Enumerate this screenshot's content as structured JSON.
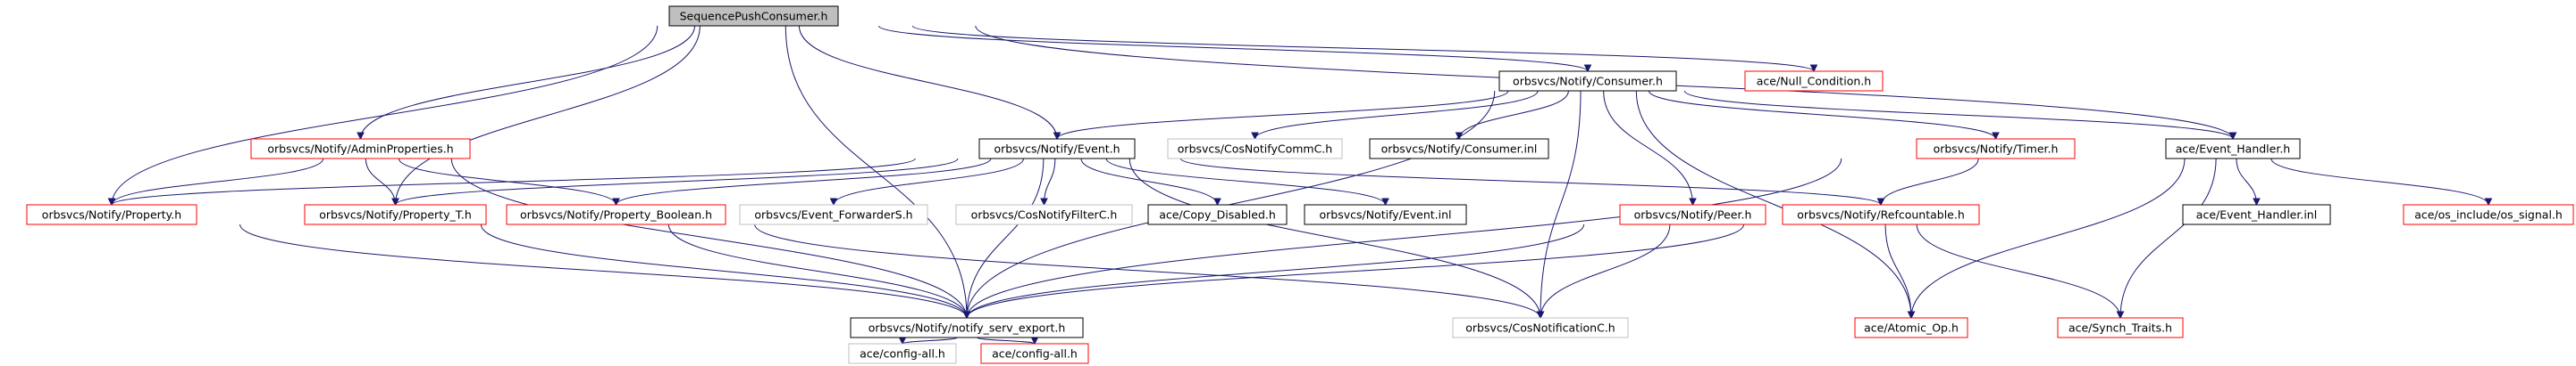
{
  "colors": {
    "root_fill": "#bfbfbf",
    "root_border": "#000000",
    "documented_border": "#000000",
    "link_border": "#ff0000",
    "external_border": "#bfbfbf",
    "edge": "#191970"
  },
  "nodes": [
    {
      "id": "n_root",
      "label": "SequencePushConsumer.h",
      "kind": "root"
    },
    {
      "id": "n_consumer_h",
      "label": "orbsvcs/Notify/Consumer.h",
      "kind": "documented"
    },
    {
      "id": "n_null_condition",
      "label": "ace/Null_Condition.h",
      "kind": "link"
    },
    {
      "id": "n_admin_props",
      "label": "orbsvcs/Notify/AdminProperties.h",
      "kind": "link"
    },
    {
      "id": "n_event_h",
      "label": "orbsvcs/Notify/Event.h",
      "kind": "documented"
    },
    {
      "id": "n_cosnotifycommc",
      "label": "orbsvcs/CosNotifyCommC.h",
      "kind": "external"
    },
    {
      "id": "n_consumer_inl",
      "label": "orbsvcs/Notify/Consumer.inl",
      "kind": "documented"
    },
    {
      "id": "n_timer",
      "label": "orbsvcs/Notify/Timer.h",
      "kind": "link"
    },
    {
      "id": "n_event_handler",
      "label": "ace/Event_Handler.h",
      "kind": "documented"
    },
    {
      "id": "n_property",
      "label": "orbsvcs/Notify/Property.h",
      "kind": "link"
    },
    {
      "id": "n_property_t",
      "label": "orbsvcs/Notify/Property_T.h",
      "kind": "link"
    },
    {
      "id": "n_property_boolean",
      "label": "orbsvcs/Notify/Property_Boolean.h",
      "kind": "link"
    },
    {
      "id": "n_event_forwarders",
      "label": "orbsvcs/Event_ForwarderS.h",
      "kind": "external"
    },
    {
      "id": "n_cosnotifyfilterc",
      "label": "orbsvcs/CosNotifyFilterC.h",
      "kind": "external"
    },
    {
      "id": "n_copy_disabled",
      "label": "ace/Copy_Disabled.h",
      "kind": "documented"
    },
    {
      "id": "n_event_inl",
      "label": "orbsvcs/Notify/Event.inl",
      "kind": "documented"
    },
    {
      "id": "n_peer",
      "label": "orbsvcs/Notify/Peer.h",
      "kind": "link"
    },
    {
      "id": "n_refcountable",
      "label": "orbsvcs/Notify/Refcountable.h",
      "kind": "link"
    },
    {
      "id": "n_event_handler_inl",
      "label": "ace/Event_Handler.inl",
      "kind": "documented"
    },
    {
      "id": "n_os_signal",
      "label": "ace/os_include/os_signal.h",
      "kind": "link"
    },
    {
      "id": "n_notify_serv_export",
      "label": "orbsvcs/Notify/notify_serv_export.h",
      "kind": "documented"
    },
    {
      "id": "n_cosnotificationc",
      "label": "orbsvcs/CosNotificationC.h",
      "kind": "external"
    },
    {
      "id": "n_atomic_op",
      "label": "ace/Atomic_Op.h",
      "kind": "link"
    },
    {
      "id": "n_synch_traits",
      "label": "ace/Synch_Traits.h",
      "kind": "link"
    },
    {
      "id": "n_config_all_ext",
      "label": "ace/config-all.h",
      "kind": "external"
    },
    {
      "id": "n_config_all_link",
      "label": "ace/config-all.h",
      "kind": "link"
    }
  ],
  "edges": [
    {
      "from": "n_root",
      "to": "n_consumer_h"
    },
    {
      "from": "n_root",
      "to": "n_null_condition"
    },
    {
      "from": "n_root",
      "to": "n_event_handler"
    },
    {
      "from": "n_root",
      "to": "n_admin_props"
    },
    {
      "from": "n_root",
      "to": "n_event_h"
    },
    {
      "from": "n_root",
      "to": "n_property"
    },
    {
      "from": "n_root",
      "to": "n_property_t"
    },
    {
      "from": "n_root",
      "to": "n_notify_serv_export"
    },
    {
      "from": "n_consumer_h",
      "to": "n_event_h"
    },
    {
      "from": "n_consumer_h",
      "to": "n_cosnotifycommc"
    },
    {
      "from": "n_consumer_h",
      "to": "n_consumer_inl"
    },
    {
      "from": "n_consumer_h",
      "to": "n_timer"
    },
    {
      "from": "n_consumer_h",
      "to": "n_event_handler"
    },
    {
      "from": "n_consumer_h",
      "to": "n_peer"
    },
    {
      "from": "n_consumer_h",
      "to": "n_atomic_op"
    },
    {
      "from": "n_consumer_h",
      "to": "n_notify_serv_export"
    },
    {
      "from": "n_consumer_h",
      "to": "n_cosnotificationc"
    },
    {
      "from": "n_admin_props",
      "to": "n_property"
    },
    {
      "from": "n_admin_props",
      "to": "n_property_t"
    },
    {
      "from": "n_admin_props",
      "to": "n_property_boolean"
    },
    {
      "from": "n_admin_props",
      "to": "n_notify_serv_export"
    },
    {
      "from": "n_event_h",
      "to": "n_property"
    },
    {
      "from": "n_event_h",
      "to": "n_property_t"
    },
    {
      "from": "n_event_h",
      "to": "n_property_boolean"
    },
    {
      "from": "n_event_h",
      "to": "n_event_forwarders"
    },
    {
      "from": "n_event_h",
      "to": "n_cosnotifyfilterc"
    },
    {
      "from": "n_event_h",
      "to": "n_copy_disabled"
    },
    {
      "from": "n_event_h",
      "to": "n_event_inl"
    },
    {
      "from": "n_event_h",
      "to": "n_refcountable"
    },
    {
      "from": "n_event_h",
      "to": "n_notify_serv_export"
    },
    {
      "from": "n_event_h",
      "to": "n_cosnotificationc"
    },
    {
      "from": "n_timer",
      "to": "n_refcountable"
    },
    {
      "from": "n_timer",
      "to": "n_notify_serv_export"
    },
    {
      "from": "n_event_handler",
      "to": "n_event_handler_inl"
    },
    {
      "from": "n_event_handler",
      "to": "n_os_signal"
    },
    {
      "from": "n_event_handler",
      "to": "n_atomic_op"
    },
    {
      "from": "n_event_handler",
      "to": "n_synch_traits"
    },
    {
      "from": "n_property",
      "to": "n_notify_serv_export"
    },
    {
      "from": "n_property_t",
      "to": "n_notify_serv_export"
    },
    {
      "from": "n_property_boolean",
      "to": "n_notify_serv_export"
    },
    {
      "from": "n_property_boolean",
      "to": "n_cosnotificationc"
    },
    {
      "from": "n_peer",
      "to": "n_notify_serv_export"
    },
    {
      "from": "n_peer",
      "to": "n_cosnotificationc"
    },
    {
      "from": "n_refcountable",
      "to": "n_atomic_op"
    },
    {
      "from": "n_refcountable",
      "to": "n_synch_traits"
    },
    {
      "from": "n_refcountable",
      "to": "n_notify_serv_export"
    },
    {
      "from": "n_notify_serv_export",
      "to": "n_config_all_ext"
    },
    {
      "from": "n_notify_serv_export",
      "to": "n_config_all_link"
    }
  ]
}
